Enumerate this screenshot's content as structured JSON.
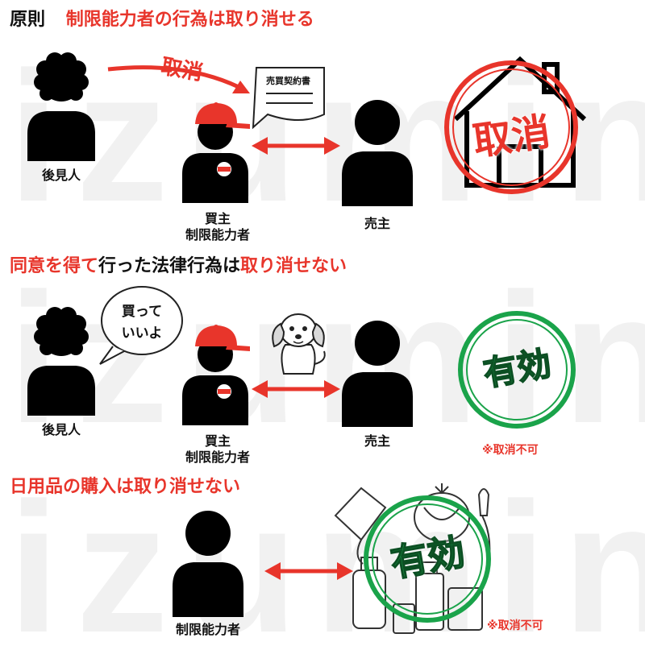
{
  "watermark": "izumin",
  "section1": {
    "prefix": "原則",
    "title": "制限能力者の行為は取り消せる",
    "arrow_label": "取消",
    "contract_label": "売買契約書",
    "stamp_text": "取消",
    "guardian_label": "後見人",
    "buyer_label_1": "買主",
    "buyer_label_2": "制限能力者",
    "seller_label": "売主"
  },
  "section2": {
    "title_red_1": "同意を得て",
    "title_black": "行った法律行為は",
    "title_red_2": "取り消せない",
    "speech_line_1": "買って",
    "speech_line_2": "いいよ",
    "stamp_text": "有効",
    "note": "※取消不可",
    "guardian_label": "後見人",
    "buyer_label_1": "買主",
    "buyer_label_2": "制限能力者",
    "seller_label": "売主"
  },
  "section3": {
    "title": "日用品の購入は取り消せない",
    "stamp_text": "有効",
    "note": "※取消不可",
    "person_label": "制限能力者"
  },
  "colors": {
    "accent_red": "#e8352b",
    "stamp_green": "#1aa34a",
    "stamp_red": "#e8352b"
  }
}
